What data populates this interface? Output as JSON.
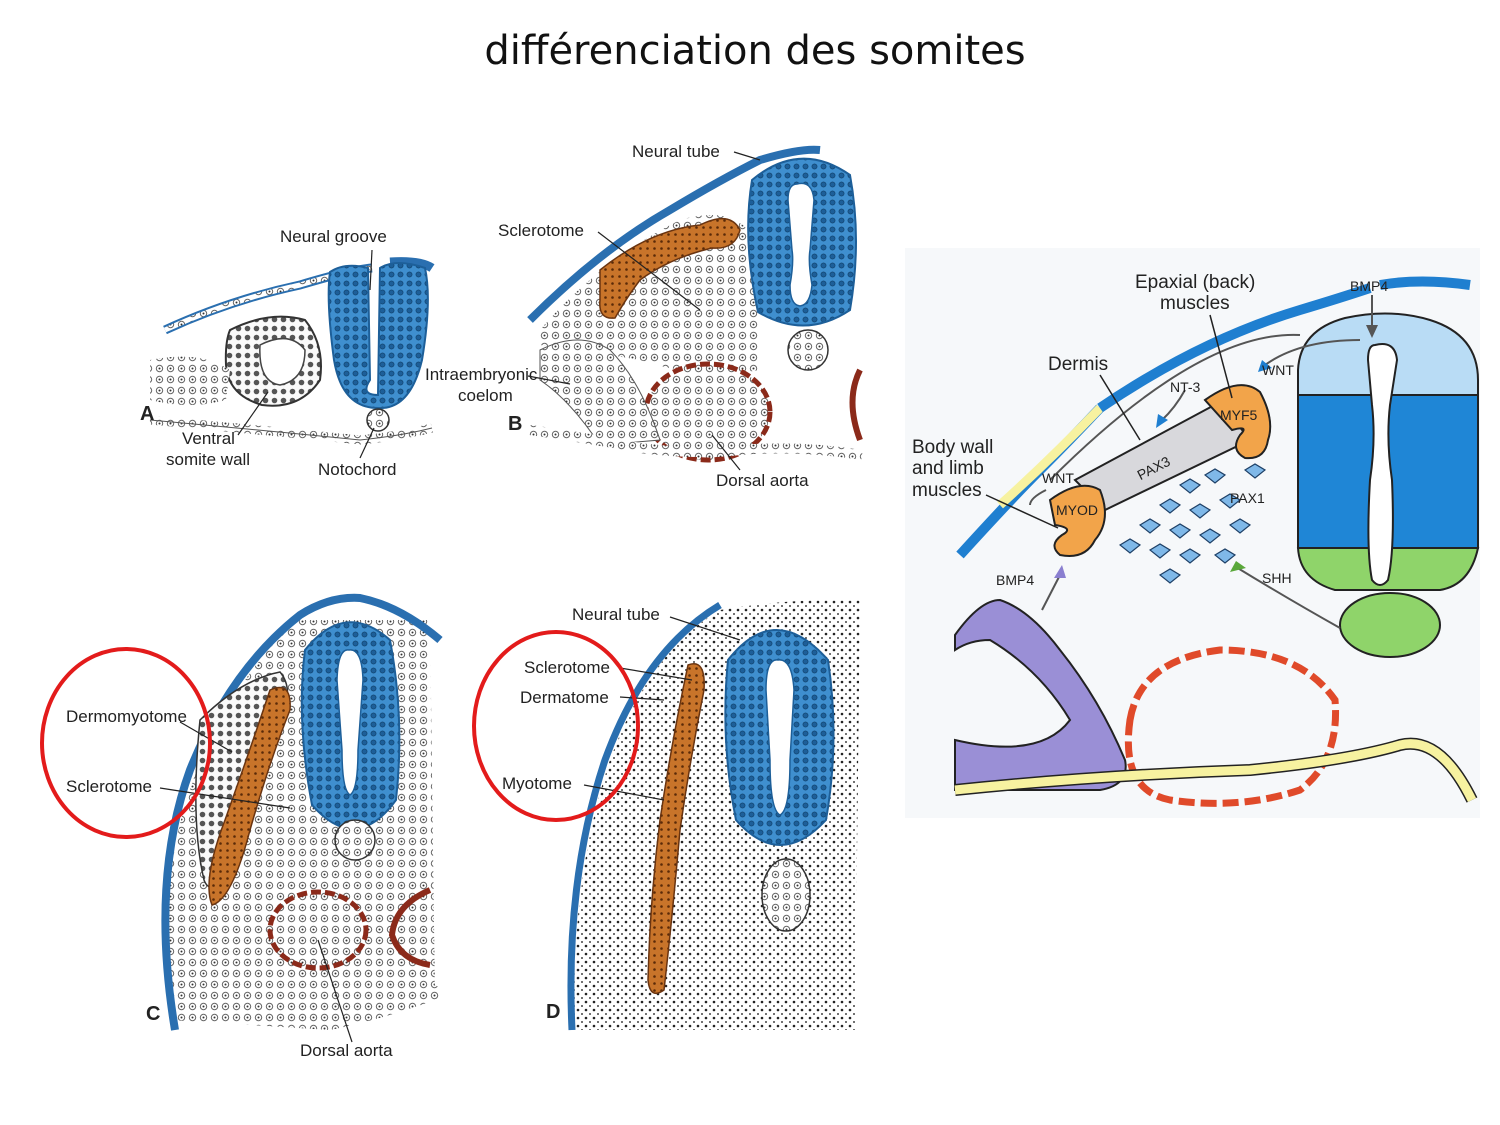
{
  "slide": {
    "title": "différenciation des somites"
  },
  "panel_a": {
    "letter": "A",
    "labels": {
      "neural_groove": "Neural groove",
      "ventral_line1": "Ventral",
      "ventral_line2": "somite wall",
      "notochord": "Notochord"
    }
  },
  "panel_b": {
    "letter": "B",
    "labels": {
      "neural_tube": "Neural tube",
      "sclerotome": "Sclerotome",
      "coelom_line1": "Intraembryonic",
      "coelom_line2": "coelom",
      "dorsal_aorta": "Dorsal aorta"
    }
  },
  "panel_c": {
    "letter": "C",
    "labels": {
      "dermomyotome": "Dermomyotome",
      "sclerotome": "Sclerotome",
      "dorsal_aorta": "Dorsal aorta"
    }
  },
  "panel_d": {
    "letter": "D",
    "labels": {
      "neural_tube": "Neural tube",
      "sclerotome": "Sclerotome",
      "dermatome": "Dermatome",
      "myotome": "Myotome"
    }
  },
  "panel_right": {
    "labels": {
      "epaxial_line1": "Epaxial (back)",
      "epaxial_line2": "muscles",
      "bmp4_top": "BMP4",
      "dermis": "Dermis",
      "nt3": "NT-3",
      "wnt_top": "WNT",
      "myf5": "MYF5",
      "pax3": "PAX3",
      "body_line1": "Body wall",
      "body_line2": "and limb",
      "body_line3": "muscles",
      "wnt_left": "WNT",
      "myod": "MYOD",
      "pax1": "PAX1",
      "bmp4_bottom": "BMP4",
      "shh": "SHH"
    }
  },
  "colors": {
    "tube_light": "#b9dcf5",
    "tube_dark": "#1f86d6",
    "floor_green": "#8fd46a",
    "orange": "#f2a44a",
    "purple": "#9a8fd6",
    "yellow": "#f7f2a0",
    "ectoderm_blue": "#1f7fd0",
    "aorta_red": "#e04a2a",
    "highlight_red": "#e31b1b"
  }
}
